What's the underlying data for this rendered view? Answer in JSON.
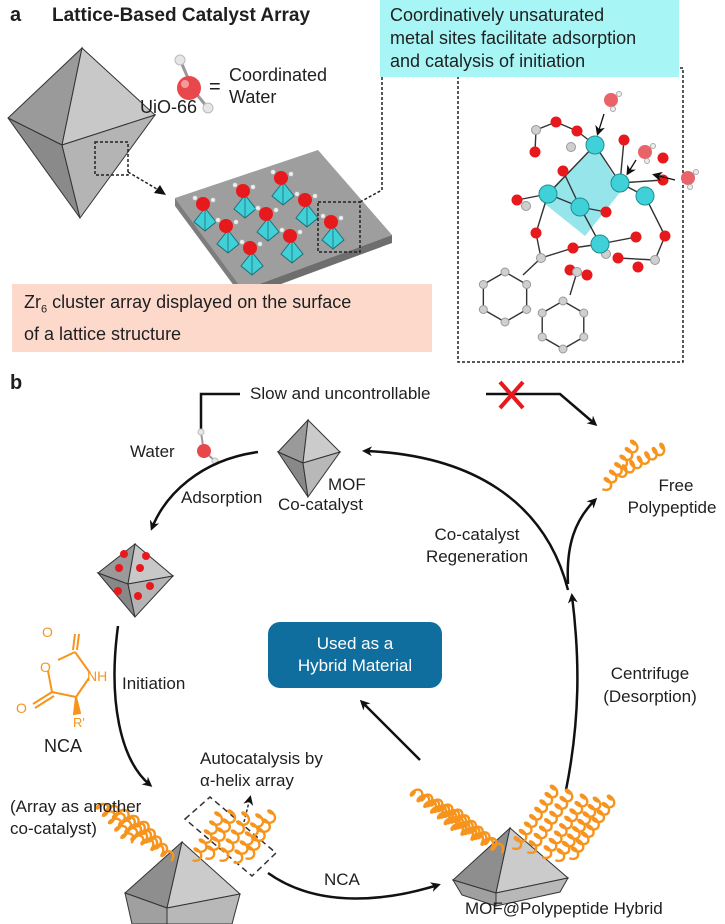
{
  "panel_a": {
    "label": "a",
    "title": "Lattice-Based Catalyst Array",
    "octahedron_label": "UiO-66",
    "legend": {
      "icon": "water-molecule-icon",
      "equals": "=",
      "line1": "Coordinated",
      "line2": "Water"
    },
    "cyan_callout": {
      "line1": "Coordinatively unsaturated",
      "line2": "metal sites facilitate adsorption",
      "line3": "and catalysis of initiation"
    },
    "pink_callout": {
      "prefix": "Zr",
      "subscript": "6",
      "rest_line1": " cluster array displayed on the surface",
      "line2": "of a lattice structure"
    },
    "colors": {
      "cyan_box": "#a8f5f5",
      "pink_box": "#fcd9cb",
      "zr_atom": "#3fd0d8",
      "oxygen_atom": "#e8191c",
      "carbon_atom": "#cfcfcf"
    }
  },
  "panel_b": {
    "label": "b",
    "slow_path": "Slow and uncontrollable",
    "water": "Water",
    "mof_line1": "MOF",
    "mof_line2": "Co-catalyst",
    "adsorption": "Adsorption",
    "free_line1": "Free",
    "free_line2": "Polypeptide",
    "regeneration_line1": "Co-catalyst",
    "regeneration_line2": "Regeneration",
    "initiation": "Initiation",
    "nca_molecule_label": "NCA",
    "nca_atoms": {
      "o_top": "O",
      "o_ring": "O",
      "nh": "NH",
      "o_left": "O",
      "r": "R'"
    },
    "hybrid_box_line1": "Used as a",
    "hybrid_box_line2": "Hybrid Material",
    "centrifuge_line1": "Centrifuge",
    "centrifuge_line2": "(Desorption)",
    "autocatalysis_line1": "Autocatalysis by",
    "autocatalysis_line2": "α-helix array",
    "array_line1": "(Array as another",
    "array_line2": "co-catalyst)",
    "nca_arrow_label": "NCA",
    "hybrid_label": "MOF@Polypeptide Hybrid",
    "colors": {
      "hybrid_box": "#0f6e9e",
      "polypeptide": "#f7941d",
      "blocked_x": "#e8191c"
    }
  }
}
